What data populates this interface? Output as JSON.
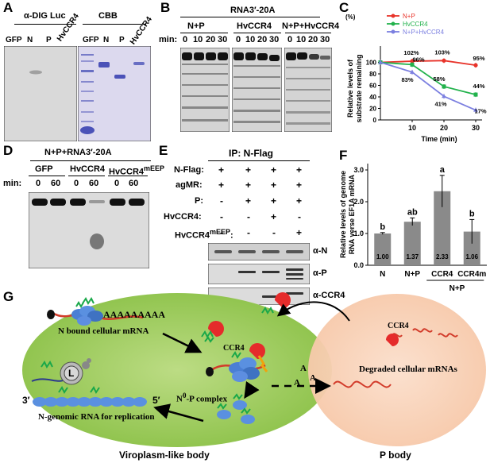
{
  "panel_a": {
    "label": "A",
    "dig_title": "α-DIG Luc",
    "cbb_title": "CBB",
    "lanes_dig": [
      "GFP",
      "N",
      "P",
      "HvCCR4"
    ],
    "lanes_cbb": [
      "GFP",
      "N",
      "P",
      "HvCCR4"
    ]
  },
  "panel_b": {
    "label": "B",
    "title": "RNA3′-20A",
    "groups": [
      "N+P",
      "HvCCR4",
      "N+P+HvCCR4"
    ],
    "min_label": "min:",
    "times": [
      "0",
      "10",
      "20",
      "30"
    ]
  },
  "panel_c": {
    "label": "C",
    "chart_data": {
      "type": "line",
      "ylabel": "Relative levels of substrate remaining",
      "yunit": "(%)",
      "xlabel": "Time (min)",
      "x": [
        0,
        10,
        20,
        30
      ],
      "xticks": [
        "10",
        "20",
        "30"
      ],
      "yticks": [
        "0",
        "20",
        "40",
        "60",
        "80",
        "100"
      ],
      "ylim": [
        0,
        120
      ],
      "xlim": [
        0,
        32
      ],
      "legend_position": "top",
      "series": [
        {
          "name": "N+P",
          "color": "#e8332a",
          "values": [
            100,
            102,
            103,
            95
          ],
          "labels": [
            "",
            "102%",
            "103%",
            "95%"
          ]
        },
        {
          "name": "HvCCR4",
          "color": "#22b24c",
          "values": [
            100,
            96,
            58,
            44
          ],
          "labels": [
            "",
            "96%",
            "58%",
            "44%"
          ]
        },
        {
          "name": "N+P+HvCCR4",
          "color": "#7b7fe0",
          "values": [
            100,
            83,
            41,
            17
          ],
          "labels": [
            "",
            "83%",
            "41%",
            "17%"
          ]
        }
      ]
    }
  },
  "panel_d": {
    "label": "D",
    "title": "N+P+RNA3′-20A",
    "groups": [
      "GFP",
      "HvCCR4",
      "HvCCR4"
    ],
    "group3_sup": "mEEP",
    "min_label": "min:",
    "times": [
      "0",
      "60",
      "0",
      "60",
      "0",
      "60"
    ]
  },
  "panel_e": {
    "label": "E",
    "title": "IP: N-Flag",
    "rows": [
      {
        "name": "N-Flag:",
        "vals": [
          "+",
          "+",
          "+",
          "+"
        ]
      },
      {
        "name": "agMR:",
        "vals": [
          "+",
          "+",
          "+",
          "+"
        ]
      },
      {
        "name": "P:",
        "vals": [
          "-",
          "+",
          "+",
          "+"
        ]
      },
      {
        "name": "HvCCR4:",
        "vals": [
          "-",
          "-",
          "+",
          "-"
        ]
      },
      {
        "name": "HvCCR4",
        "sup": "mEEP",
        "suffix": ":",
        "vals": [
          "-",
          "-",
          "-",
          "+"
        ]
      }
    ],
    "blots": [
      "α-N",
      "α-P",
      "α-CCR4"
    ]
  },
  "panel_f": {
    "label": "F",
    "chart_data": {
      "type": "bar",
      "ylabel": "Relative levels of genome RNA verse EF1A mRNA",
      "categories": [
        "N",
        "N+P",
        "CCR4",
        "CCR4m"
      ],
      "values": [
        1.0,
        1.37,
        2.33,
        1.06
      ],
      "errors": [
        0.03,
        0.12,
        0.5,
        0.38
      ],
      "value_labels": [
        "1.00",
        "1.37",
        "2.33",
        "1.06"
      ],
      "letters": [
        "b",
        "ab",
        "a",
        "b"
      ],
      "yticks": [
        "0.0",
        "1.0",
        "2.0",
        "3.0"
      ],
      "ylim": [
        0,
        3.2
      ],
      "group_label": "N+P",
      "bar_color": "#8a8a8a"
    }
  },
  "panel_g": {
    "label": "G",
    "polyA": "AAAAAAAAA",
    "n_bound": "N bound cellular mRNA",
    "ccr4_a": "CCR4",
    "ccr4_b": "CCR4",
    "a1": "A",
    "a2": "A",
    "a3": "A",
    "l_label": "L",
    "three_prime": "3′",
    "five_prime": "5′",
    "np_complex_a": "N",
    "np_complex_sup": "0",
    "np_complex_b": "-P complex",
    "n_genomic": "N-genomic RNA for replication",
    "degraded": "Degraded cellular mRNAs",
    "viroplasm": "Viroplasm-like body",
    "p_body": "P body"
  }
}
